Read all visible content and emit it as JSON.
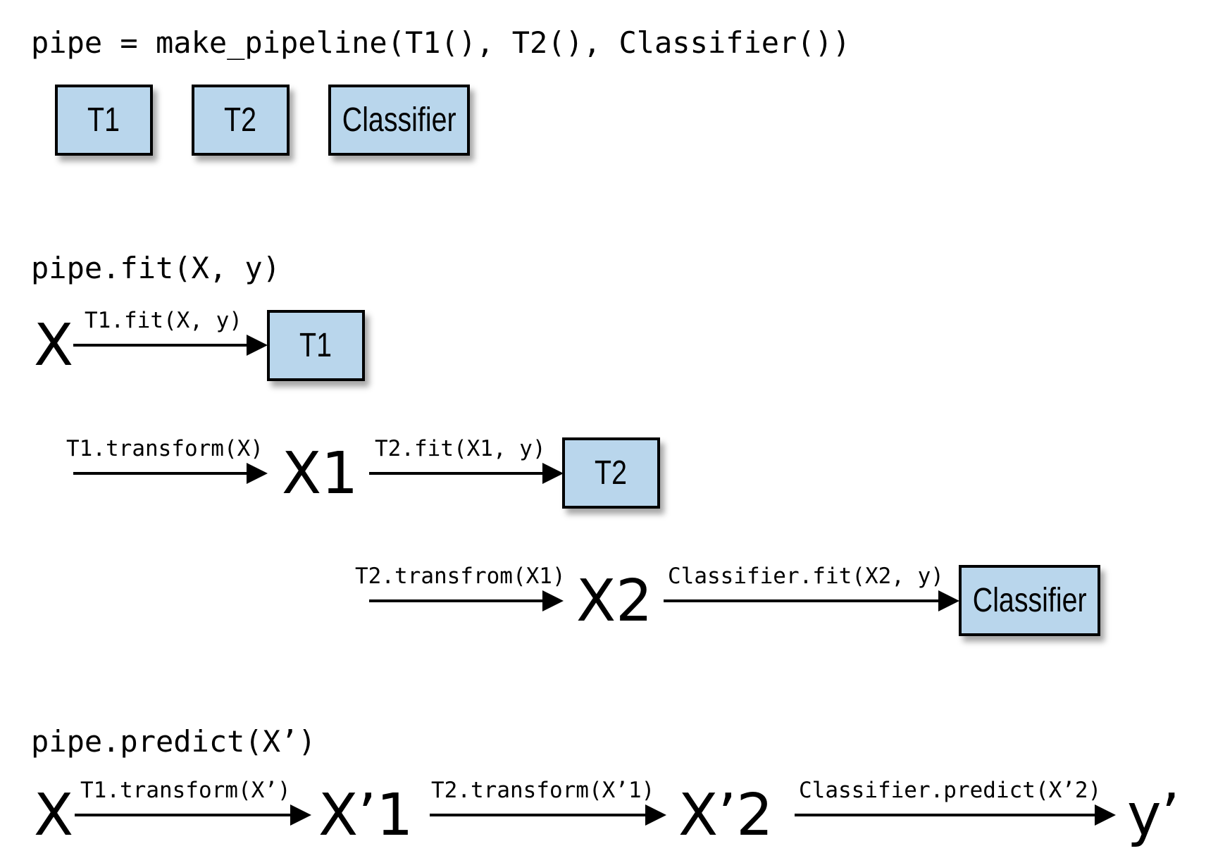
{
  "construct": {
    "code": "pipe = make_pipeline(T1(), T2(), Classifier())",
    "boxes": [
      "T1",
      "T2",
      "Classifier"
    ]
  },
  "fit": {
    "code": "pipe.fit(X, y)",
    "row1": {
      "input": "X",
      "arrow_label": "T1.fit(X, y)",
      "box": "T1"
    },
    "row2": {
      "arrow1_label": "T1.transform(X)",
      "output": "X1",
      "arrow2_label": "T2.fit(X1, y)",
      "box": "T2"
    },
    "row3": {
      "arrow1_label": "T2.transfrom(X1)",
      "output": "X2",
      "arrow2_label": "Classifier.fit(X2, y)",
      "box": "Classifier"
    }
  },
  "predict": {
    "code": "pipe.predict(X’)",
    "input": "X",
    "arrow1_label": "T1.transform(X’)",
    "mid1": "X’1",
    "arrow2_label": "T2.transform(X’1)",
    "mid2": "X’2",
    "arrow3_label": "Classifier.predict(X’2)",
    "output": "y’"
  }
}
